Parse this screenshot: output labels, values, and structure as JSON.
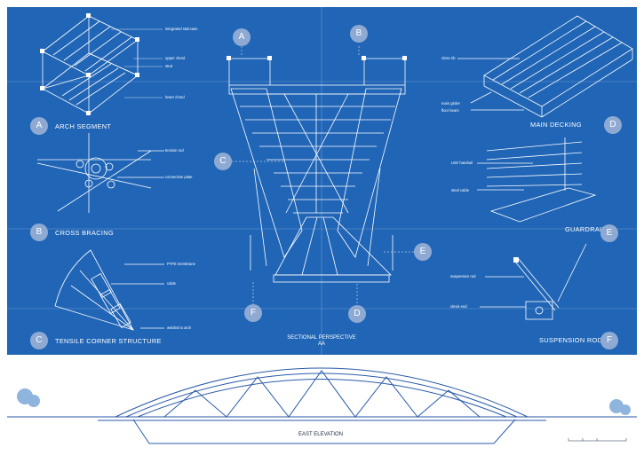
{
  "colors": {
    "blueprint": "#2065b6",
    "line": "#ffffff",
    "badge": "#8ea9d2",
    "elevation_line": "#2a5aa8"
  },
  "details": {
    "arch_segment": {
      "letter": "A",
      "title": "ARCH SEGMENT",
      "labels": [
        "integrated staircase",
        "upper chord",
        "strut",
        "lower chord"
      ]
    },
    "cross_bracing": {
      "letter": "B",
      "title": "CROSS BRACING",
      "labels": [
        "tension rod",
        "connection plate"
      ]
    },
    "tensile_corner": {
      "letter": "C",
      "title": "TENSILE CORNER STRUCTURE",
      "labels": [
        "PTFE membrane",
        "cable",
        "welded to arch"
      ]
    },
    "main_decking": {
      "letter": "D",
      "title": "MAIN DECKING",
      "labels": [
        "close rib",
        "main girder",
        "floor beam"
      ]
    },
    "guardrail": {
      "letter": "E",
      "title": "GUARDRAIL",
      "labels": [
        "LED handrail",
        "steel cable"
      ]
    },
    "suspension_rod": {
      "letter": "F",
      "title": "SUSPENSION ROD",
      "labels": [
        "suspension rod",
        "clevis end"
      ]
    }
  },
  "section": {
    "markers": [
      "A",
      "B",
      "C",
      "D",
      "E",
      "F"
    ],
    "title_line1": "SECTIONAL PERSPECTIVE",
    "title_line2": "AA"
  },
  "elevation": {
    "title": "EAST ELEVATION"
  }
}
